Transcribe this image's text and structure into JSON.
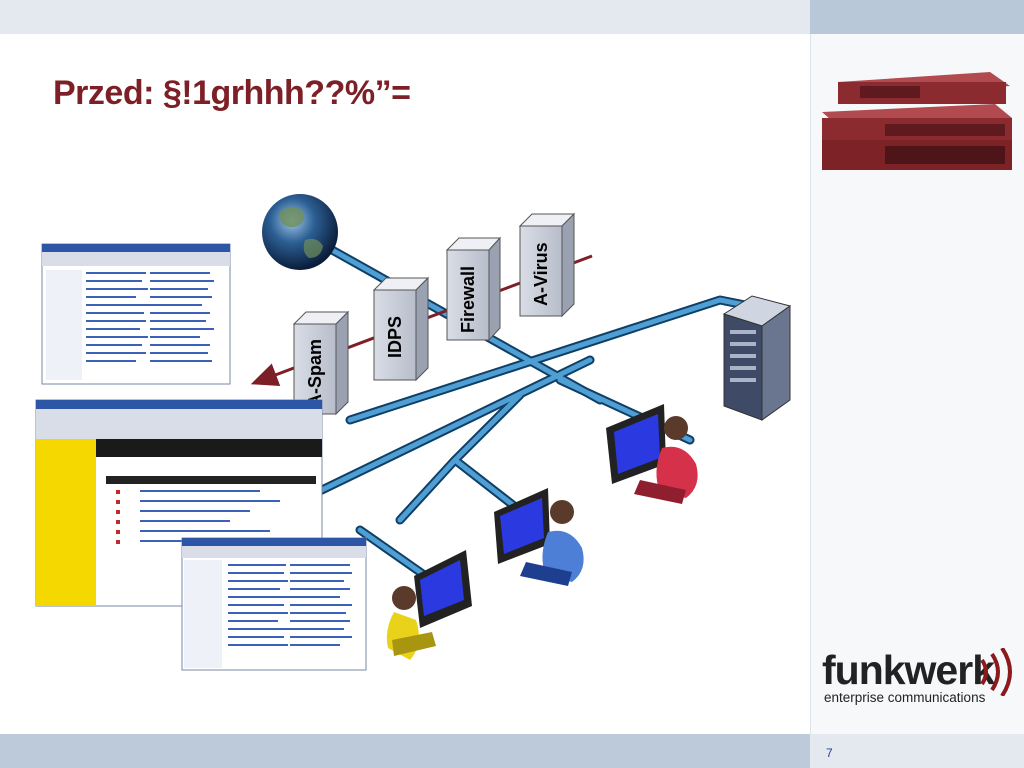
{
  "slide": {
    "title": "Przed: §!1grhhh??%”=",
    "page_number": "7"
  },
  "security_boxes": [
    {
      "id": "a-spam",
      "label": "A-Spam"
    },
    {
      "id": "idps",
      "label": "IDPS"
    },
    {
      "id": "firewall",
      "label": "Firewall"
    },
    {
      "id": "a-virus",
      "label": "A-Virus"
    }
  ],
  "logo": {
    "brand": "funkwerk",
    "tagline": "enterprise communications"
  },
  "colors": {
    "title": "#7d1f26",
    "pipe": "#1f6fa8",
    "threat_arrow": "#7d1f26",
    "device": "#8b2a2f"
  }
}
